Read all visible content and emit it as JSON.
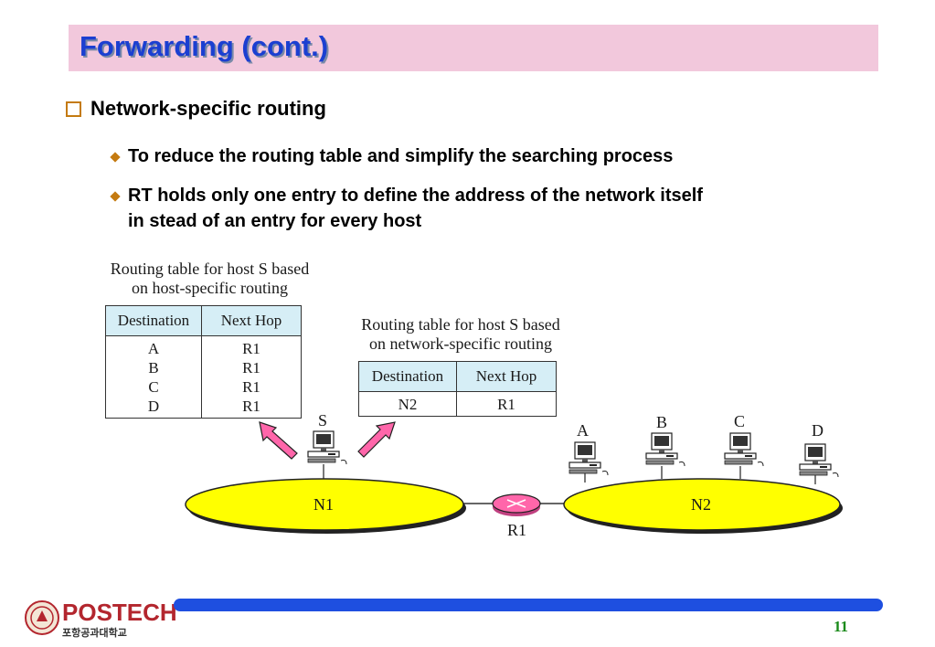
{
  "slide": {
    "title": "Forwarding (cont.)",
    "bullet": "Network-specific routing",
    "sub_bullets": [
      "To reduce the routing table and simplify the searching process",
      "RT holds only one entry to define the address of the network itself",
      "in stead of an entry for every host"
    ],
    "page_number": "11"
  },
  "host_table": {
    "caption": [
      "Routing table for host S based",
      "on host-specific routing"
    ],
    "headers": [
      "Destination",
      "Next Hop"
    ],
    "rows": [
      [
        "A",
        "R1"
      ],
      [
        "B",
        "R1"
      ],
      [
        "C",
        "R1"
      ],
      [
        "D",
        "R1"
      ]
    ]
  },
  "network_table": {
    "caption": [
      "Routing table for host S based",
      "on network-specific routing"
    ],
    "headers": [
      "Destination",
      "Next Hop"
    ],
    "rows": [
      [
        "N2",
        "R1"
      ]
    ]
  },
  "diagram": {
    "host_s": "S",
    "hosts": [
      "A",
      "B",
      "C",
      "D"
    ],
    "network1": "N1",
    "network2": "N2",
    "router": "R1",
    "colors": {
      "network": "#ffff00",
      "router": "#ff66aa",
      "arrow": "#ff66aa"
    }
  },
  "logo": {
    "name": "POSTECH",
    "sub": "포항공과대학교"
  }
}
